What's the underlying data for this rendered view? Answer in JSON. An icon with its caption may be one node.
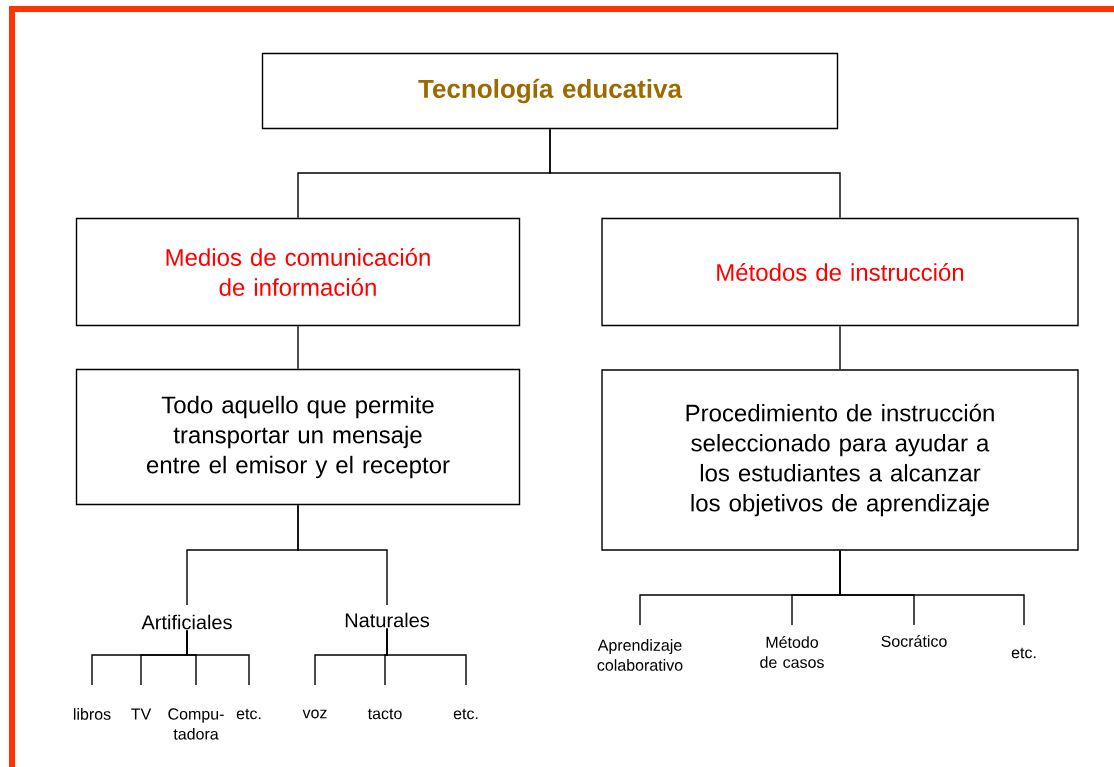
{
  "diagram": {
    "nodes": [
      {
        "text": [
          "Tecnología educativa"
        ]
      },
      {
        "text": [
          "Medios de comunicación de información"
        ]
      },
      {
        "text": [
          "Métodos de instrucción"
        ]
      },
      {
        "text": [
          "Todo aquello que permite transportar un mensaje entre el emisor y el receptor"
        ]
      },
      {
        "text": [
          "Procedimiento de instrucción seleccionado para ayudar a los estudiantes a alcanzar los objetivos de aprendizaje"
        ]
      },
      {
        "text": [
          "Artificiales"
        ]
      },
      {
        "text": [
          "Naturales"
        ]
      },
      {
        "text": [
          "libros"
        ]
      },
      {
        "text": [
          "TV"
        ]
      },
      {
        "text": [
          "Compu-tadora"
        ]
      },
      {
        "text": [
          "etc."
        ]
      },
      {
        "text": [
          "voz"
        ]
      },
      {
        "text": [
          "tacto"
        ]
      },
      {
        "text": [
          "etc."
        ]
      },
      {
        "text": [
          "Aprendizaje colaborativo"
        ]
      },
      {
        "text": [
          "Método de casos"
        ]
      },
      {
        "text": [
          "Socrático"
        ]
      },
      {
        "text": [
          "etc."
        ]
      }
    ],
    "edges": [
      {
        "from": 0,
        "to": 1,
        "arrow": "none"
      },
      {
        "from": 0,
        "to": 2,
        "arrow": "none"
      },
      {
        "from": 1,
        "to": 3,
        "arrow": "none"
      },
      {
        "from": 2,
        "to": 4,
        "arrow": "none"
      },
      {
        "from": 3,
        "to": 5,
        "arrow": "none"
      },
      {
        "from": 3,
        "to": 6,
        "arrow": "none"
      },
      {
        "from": 5,
        "to": 7,
        "arrow": "none"
      },
      {
        "from": 5,
        "to": 8,
        "arrow": "none"
      },
      {
        "from": 5,
        "to": 9,
        "arrow": "none"
      },
      {
        "from": 5,
        "to": 10,
        "arrow": "none"
      },
      {
        "from": 6,
        "to": 11,
        "arrow": "none"
      },
      {
        "from": 6,
        "to": 12,
        "arrow": "none"
      },
      {
        "from": 6,
        "to": 13,
        "arrow": "none"
      },
      {
        "from": 4,
        "to": 14,
        "arrow": "none"
      },
      {
        "from": 4,
        "to": 15,
        "arrow": "none"
      },
      {
        "from": 4,
        "to": 16,
        "arrow": "none"
      },
      {
        "from": 4,
        "to": 17,
        "arrow": "none"
      }
    ]
  }
}
